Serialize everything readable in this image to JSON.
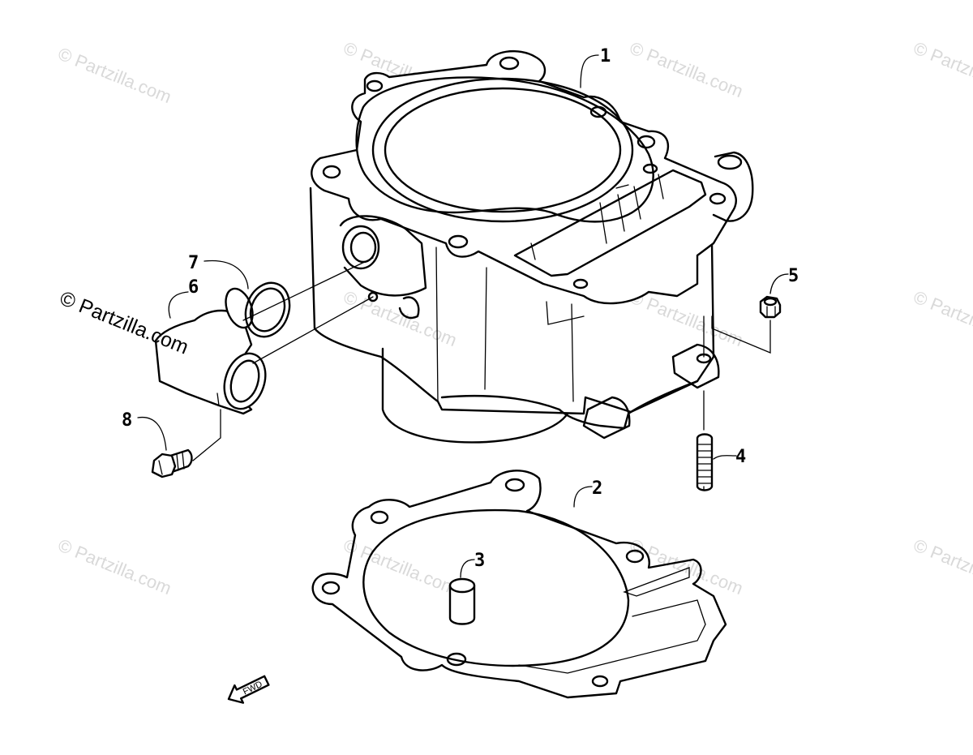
{
  "watermark": {
    "text": "© Partzilla.com",
    "main_text": "© Partzilla.com"
  },
  "parts": [
    {
      "number": "1"
    },
    {
      "number": "2"
    },
    {
      "number": "3"
    },
    {
      "number": "4"
    },
    {
      "number": "5"
    },
    {
      "number": "6"
    },
    {
      "number": "7"
    },
    {
      "number": "8"
    }
  ],
  "direction_indicator": {
    "label": "FWD"
  },
  "colors": {
    "line": "#000000",
    "watermark": "#d9d9d9",
    "background": "#ffffff"
  }
}
